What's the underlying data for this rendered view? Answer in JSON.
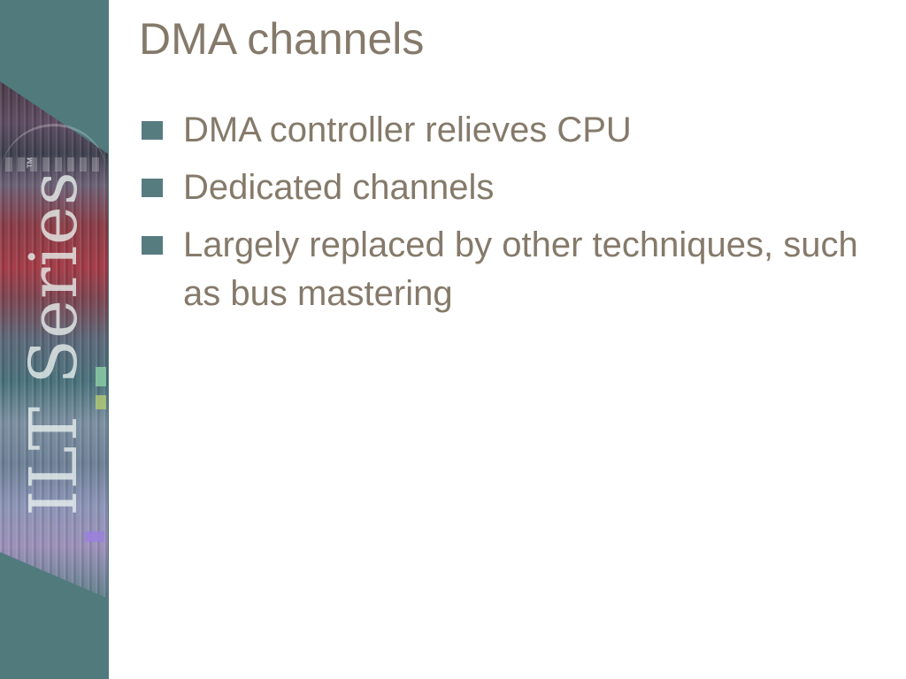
{
  "slide": {
    "title": "DMA channels",
    "bullets": [
      "DMA controller relieves CPU",
      "Dedicated channels",
      "Largely replaced by other techniques, such as bus mastering"
    ]
  },
  "sidebar": {
    "logo_text": "ILT Series",
    "logo_trademark": "™"
  },
  "colors": {
    "sidebar_teal": "#517a7d",
    "text_taupe": "#857a6a",
    "bullet_marker": "#577c80"
  }
}
